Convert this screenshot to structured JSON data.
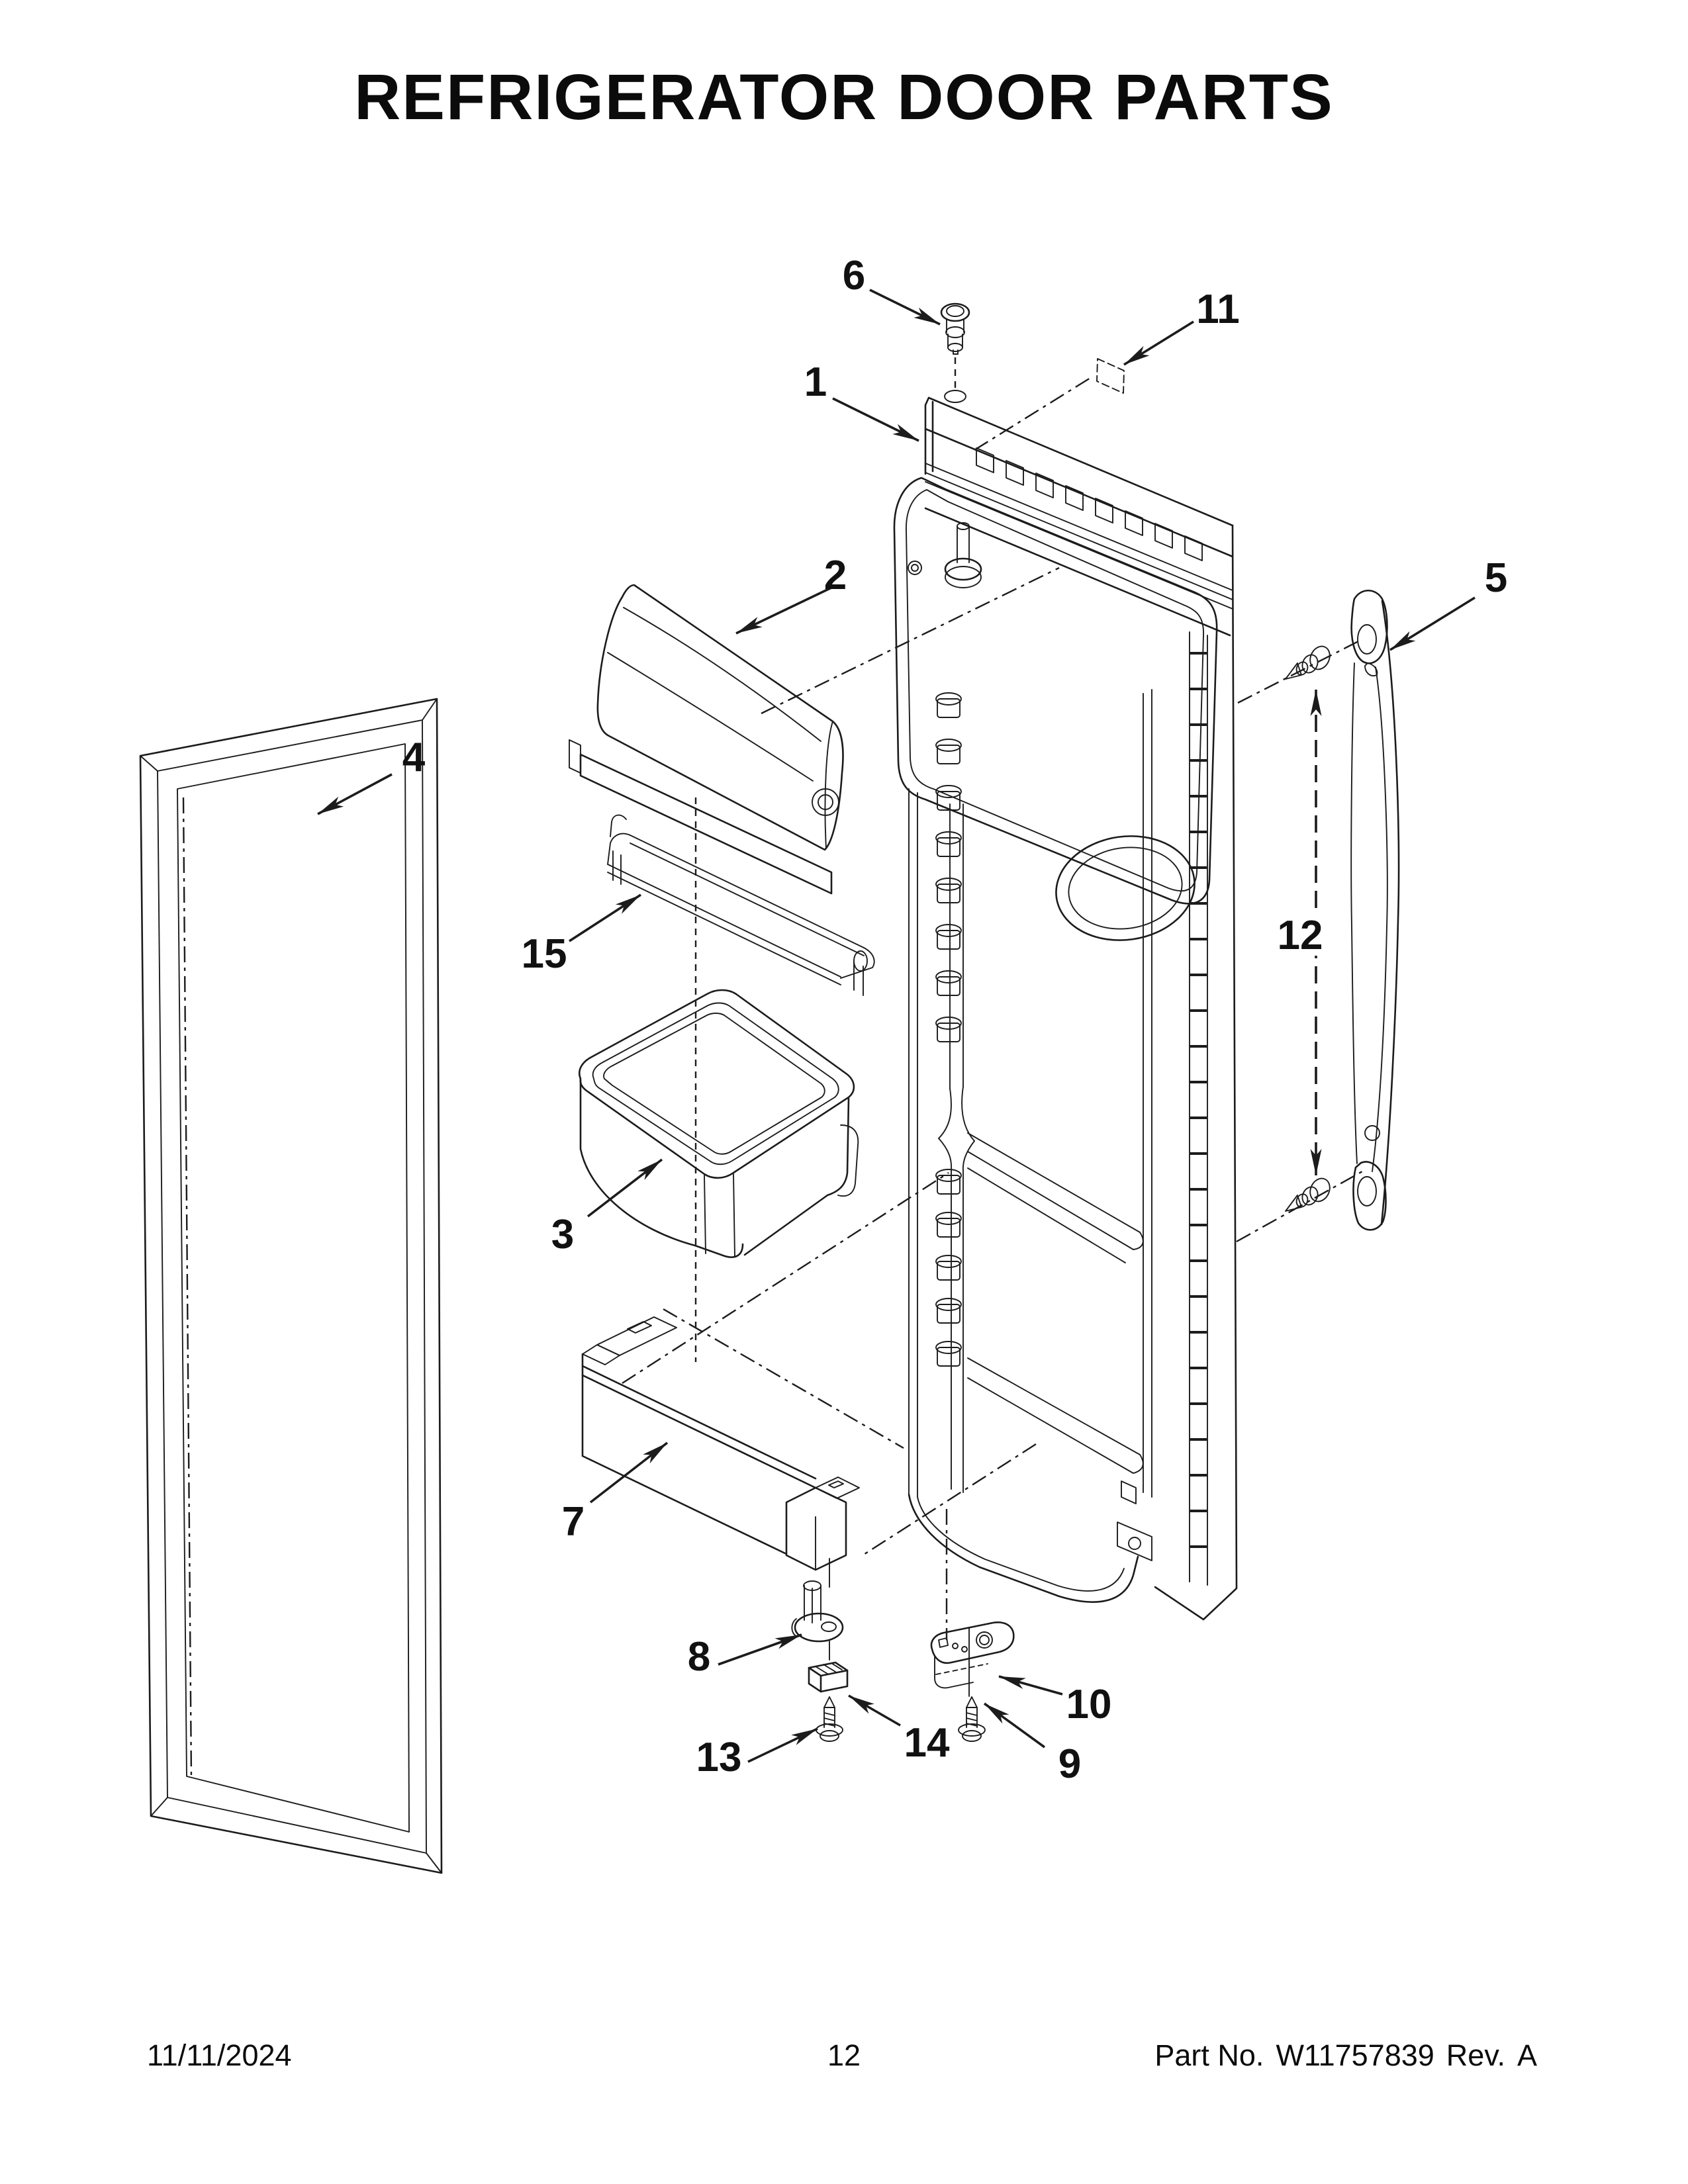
{
  "page_title": "REFRIGERATOR DOOR PARTS",
  "footer": {
    "date": "11/11/2024",
    "page_number": "12",
    "part_label": "Part No.",
    "part_number": "W11757839",
    "rev_label": "Rev.",
    "rev_value": "A"
  },
  "diagram": {
    "type": "exploded-parts-diagram",
    "subject": "refrigerator door",
    "callouts": {
      "c1": "1",
      "c2": "2",
      "c3": "3",
      "c4": "4",
      "c5": "5",
      "c6": "6",
      "c7": "7",
      "c8": "8",
      "c9": "9",
      "c10": "10",
      "c11": "11",
      "c12": "12",
      "c13": "13",
      "c14": "14",
      "c15": "15"
    }
  }
}
